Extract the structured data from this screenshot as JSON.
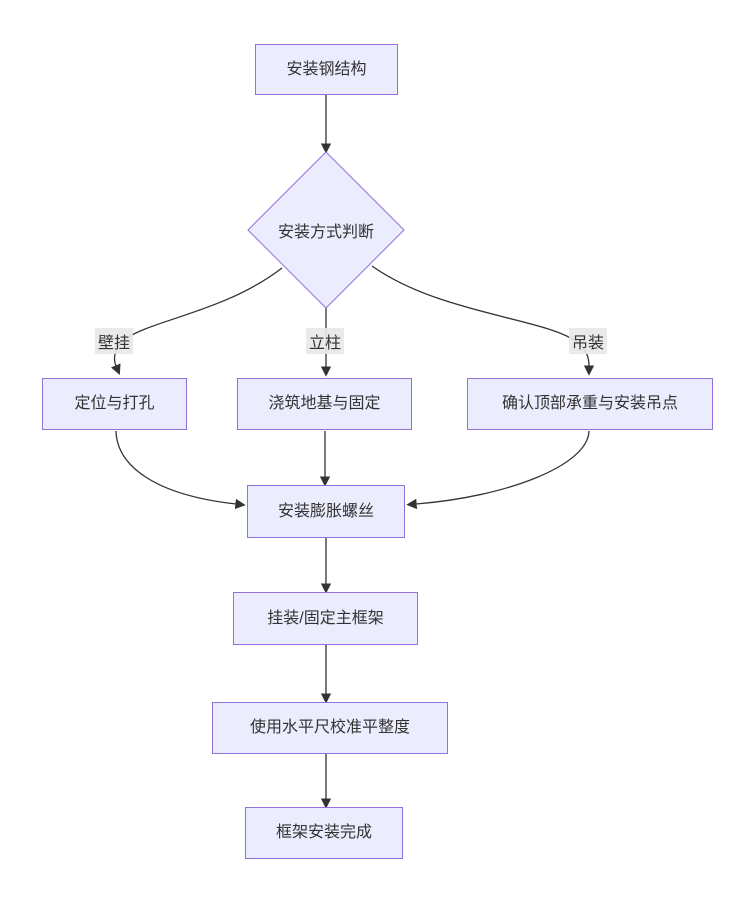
{
  "diagram": {
    "type": "flowchart",
    "direction": "top-down",
    "nodes": [
      {
        "id": "A",
        "label": "安装钢结构",
        "shape": "rect"
      },
      {
        "id": "B",
        "label": "安装方式判断",
        "shape": "diamond"
      },
      {
        "id": "C",
        "label": "定位与打孔",
        "shape": "rect"
      },
      {
        "id": "D",
        "label": "浇筑地基与固定",
        "shape": "rect"
      },
      {
        "id": "E",
        "label": "确认顶部承重与安装吊点",
        "shape": "rect"
      },
      {
        "id": "F",
        "label": "安装膨胀螺丝",
        "shape": "rect"
      },
      {
        "id": "G",
        "label": "挂装/固定主框架",
        "shape": "rect"
      },
      {
        "id": "H",
        "label": "使用水平尺校准平整度",
        "shape": "rect"
      },
      {
        "id": "I",
        "label": "框架安装完成",
        "shape": "rect"
      }
    ],
    "edges": [
      {
        "from": "A",
        "to": "B",
        "label": ""
      },
      {
        "from": "B",
        "to": "C",
        "label": "壁挂"
      },
      {
        "from": "B",
        "to": "D",
        "label": "立柱"
      },
      {
        "from": "B",
        "to": "E",
        "label": "吊装"
      },
      {
        "from": "C",
        "to": "F",
        "label": ""
      },
      {
        "from": "D",
        "to": "F",
        "label": ""
      },
      {
        "from": "E",
        "to": "F",
        "label": ""
      },
      {
        "from": "F",
        "to": "G",
        "label": ""
      },
      {
        "from": "G",
        "to": "H",
        "label": ""
      },
      {
        "from": "H",
        "to": "I",
        "label": ""
      }
    ],
    "colors": {
      "node_fill": "#ECECFF",
      "node_border": "#9370DB",
      "edge_line": "#333333",
      "text": "#333333",
      "edge_label_bg": "#e8e8e8",
      "background": "#ffffff"
    }
  }
}
